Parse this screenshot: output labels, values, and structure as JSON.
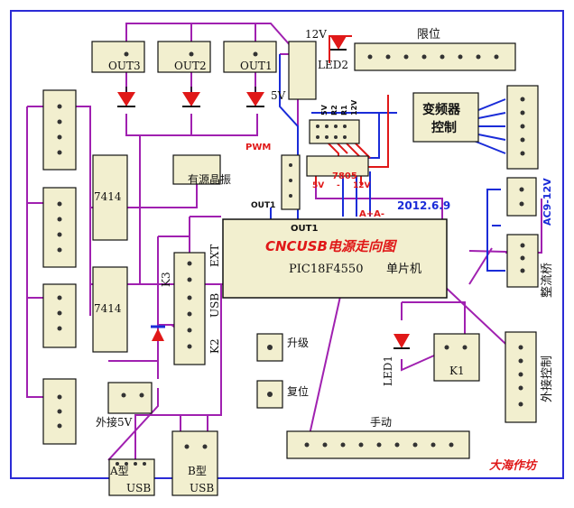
{
  "colors": {
    "background": "#ffffff",
    "border": "#2b2bd6",
    "board": "#f2efcf",
    "trace_purple": "#a020b0",
    "trace_blue": "#1a2cd8",
    "trace_red": "#e01818",
    "led_red": "#e01818",
    "text": "#111111"
  },
  "title": "CNCUSB电源走向图",
  "date": "2012.6.9",
  "author": "大海作坊",
  "outputs": [
    "OUT3",
    "OUT2",
    "OUT1"
  ],
  "labels": {
    "v12_top": "12V",
    "led2": "LED2",
    "limit": "限位",
    "v5": "5V",
    "pwm": "PWM",
    "vfd_line1": "变频器",
    "vfd_line2": "控制",
    "pin_5v": "5V",
    "pin_r2": "R2",
    "pin_r1": "R1",
    "pin_12v": "12V",
    "reg7805": "7805",
    "reg_5v": "5V",
    "reg_dash": "-",
    "reg_12v": "12V",
    "ac_in": "AC9-12V",
    "osc": "有源晶振",
    "out1_small": "OUT1",
    "out1_mcu": "OUT1",
    "aplus": "A+A-",
    "ic7414_a": "7414",
    "ic7414_b": "7414",
    "ext": "EXT",
    "usb_pin": "USB",
    "k3": "K3",
    "k2": "K2",
    "mcu_model": "PIC18F4550",
    "mcu_cn": "单片机",
    "rectifier": "整流桥",
    "upgrade": "升级",
    "reset": "复位",
    "led1": "LED1",
    "k1": "K1",
    "ext_ctrl": "外接控制",
    "ext5v": "外接5V",
    "manual": "手动",
    "usb_a_type": "A型",
    "usb_a": "USB",
    "usb_b_type": "B型",
    "usb_b": "USB"
  }
}
